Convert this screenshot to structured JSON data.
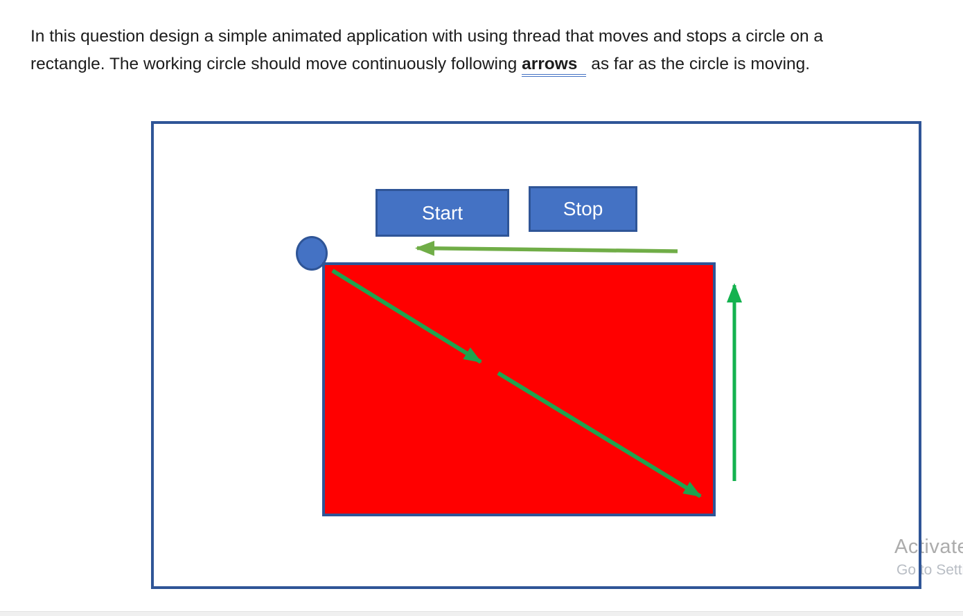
{
  "instruction": {
    "line1": "In this question design a simple animated application with using thread that moves and stops a circle on a",
    "line2_before": "rectangle. The working circle should move continuously following ",
    "line2_highlight": "arrows",
    "line2_after": " as far as the circle is moving."
  },
  "buttons": {
    "start": "Start",
    "stop": "Stop"
  },
  "watermark": {
    "line1": "Activate",
    "line2": "Go to Setti"
  },
  "diagram": {
    "shapes": [
      "outer-frame",
      "start-button",
      "stop-button",
      "moving-circle",
      "red-rectangle"
    ],
    "arrows": [
      "left-arrow",
      "diagonal-arrow-1",
      "diagonal-arrow-2",
      "up-arrow"
    ]
  },
  "colors": {
    "shape_fill_blue": "#4472C4",
    "shape_border_blue": "#2F5597",
    "rectangle_red": "#FF0000",
    "arrow_light_green": "#70AD47",
    "arrow_green": "#1FA34F",
    "arrow_bright_green": "#14B24F",
    "highlight_underline": "#4472C4",
    "watermark_gray": "#ACACAC",
    "watermark_gray_light": "#B8BDC4"
  }
}
